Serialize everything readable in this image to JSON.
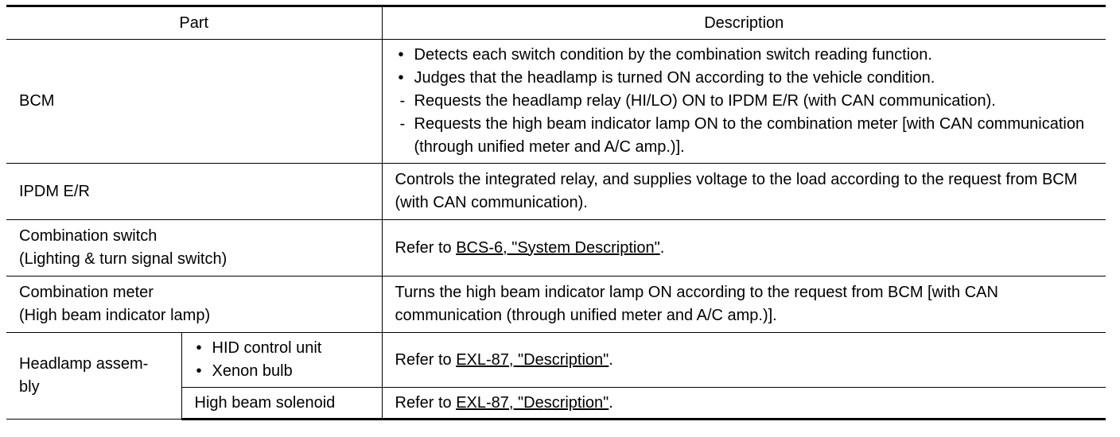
{
  "table": {
    "headers": {
      "part": "Part",
      "description": "Description"
    },
    "bcm": {
      "part": "BCM",
      "items": [
        {
          "marker": "•",
          "text": "Detects each switch condition by the combination switch reading function."
        },
        {
          "marker": "•",
          "text": "Judges that the headlamp is turned ON according to the vehicle condition."
        },
        {
          "marker": "-",
          "text": "Requests the headlamp relay (HI/LO) ON to IPDM E/R (with CAN communication)."
        },
        {
          "marker": "-",
          "text": "Requests the high beam indicator lamp ON to the combination meter [with CAN communication (through unified meter and A/C amp.)]."
        }
      ]
    },
    "ipdm": {
      "part": "IPDM E/R",
      "description": "Controls the integrated relay, and supplies voltage to the load according to the request from BCM (with CAN communication)."
    },
    "combination_switch": {
      "part_line1": "Combination switch",
      "part_line2": "(Lighting & turn signal switch)",
      "refer_prefix": "Refer to ",
      "link": "BCS-6, \"System Description\"",
      "suffix": "."
    },
    "combination_meter": {
      "part_line1": "Combination meter",
      "part_line2": "(High beam indicator lamp)",
      "description": "Turns the high beam indicator lamp ON according to the request from BCM [with CAN communication (through unified meter and A/C amp.)]."
    },
    "headlamp": {
      "part_line1": "Headlamp assem-",
      "part_line2": "bly",
      "sub1": {
        "items": [
          {
            "marker": "•",
            "text": "HID control unit"
          },
          {
            "marker": "•",
            "text": "Xenon bulb"
          }
        ],
        "refer_prefix": "Refer to ",
        "link": "EXL-87, \"Description\"",
        "suffix": "."
      },
      "sub2": {
        "label": "High beam solenoid",
        "refer_prefix": "Refer to ",
        "link": "EXL-87, \"Description\"",
        "suffix": "."
      }
    }
  }
}
